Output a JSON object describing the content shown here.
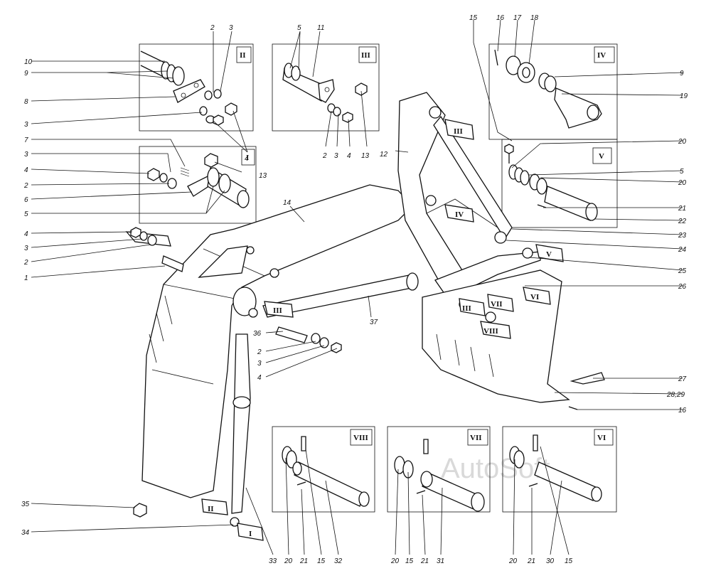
{
  "panels": {
    "p2": {
      "numeral": "II"
    },
    "p3": {
      "numeral": "III"
    },
    "p4": {
      "numeral": "IV"
    },
    "p1": {
      "numeral": "I"
    },
    "p5": {
      "numeral": "V"
    },
    "p8": {
      "numeral": "VIII"
    },
    "p7": {
      "numeral": "VII"
    },
    "p6": {
      "numeral": "VI"
    }
  },
  "callouts": {
    "c_10": "10",
    "c_9a": "9",
    "c_8": "8",
    "c_3a": "3",
    "c_7": "7",
    "c_3b": "3",
    "c_4a": "4",
    "c_2a": "2",
    "c_6": "6",
    "c_5a": "5",
    "c_4b": "4",
    "c_3c": "3",
    "c_2b": "2",
    "c_1": "1",
    "c_p2_2": "2",
    "c_p2_3": "3",
    "c_p2_4": "4",
    "c_p1_13": "13",
    "c_p3_5": "5",
    "c_p3_11": "11",
    "c_p3_2": "2",
    "c_p3_3": "3",
    "c_p3_4": "4",
    "c_p3_13": "13",
    "c_15a": "15",
    "c_16a": "16",
    "c_17": "17",
    "c_18": "18",
    "c_9b": "9",
    "c_19": "19",
    "c_20a": "20",
    "c_5b": "5",
    "c_20b": "20",
    "c_21a": "21",
    "c_22": "22",
    "c_12": "12",
    "c_14": "14",
    "c_23": "23",
    "c_24": "24",
    "c_25": "25",
    "c_26": "26",
    "c_37": "37",
    "c_36": "36",
    "c_2c": "2",
    "c_3d": "3",
    "c_4c": "4",
    "c_27": "27",
    "c_2829": "28,29",
    "c_16b": "16",
    "c_35": "35",
    "c_34": "34",
    "c_b33": "33",
    "c_b20a": "20",
    "c_b21a": "21",
    "c_b15a": "15",
    "c_b32": "32",
    "c_b20b": "20",
    "c_b15b": "15",
    "c_b21b": "21",
    "c_b31": "31",
    "c_b20c": "20",
    "c_b21c": "21",
    "c_b30": "30",
    "c_b15c": "15"
  },
  "markers": {
    "m_iii_top": "III",
    "m_iv": "IV",
    "m_v": "V",
    "m_vi": "VI",
    "m_vii": "VII",
    "m_viii": "VIII",
    "m_iii_bucket": "III",
    "m_iii_boom": "III",
    "m_ii": "II",
    "m_i": "I"
  },
  "watermark": "AutoSoft"
}
